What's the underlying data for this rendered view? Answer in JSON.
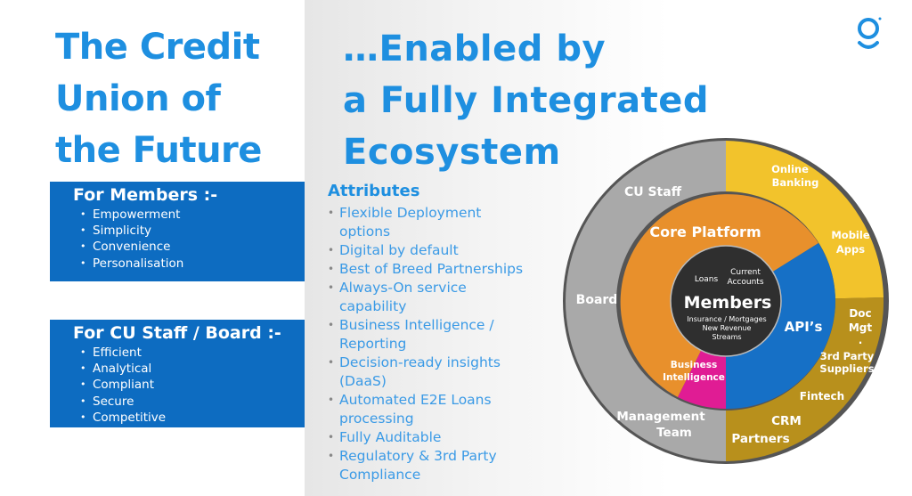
{
  "left": {
    "title_lines": [
      "The Credit",
      "Union of",
      "the Future"
    ],
    "members_box": {
      "heading": "For Members :-",
      "items": [
        "Empowerment",
        "Simplicity",
        "Convenience",
        "Personalisation"
      ]
    },
    "staff_box": {
      "heading": "For CU Staff / Board :-",
      "items": [
        "Efficient",
        "Analytical",
        "Compliant",
        "Secure",
        "Competitive"
      ]
    }
  },
  "right": {
    "title_lines": [
      "…Enabled by",
      "a Fully Integrated",
      "Ecosystem"
    ],
    "attributes_heading": "Attributes",
    "attributes": [
      [
        "Flexible Deployment",
        "options"
      ],
      [
        "Digital by default"
      ],
      [
        "Best of Breed Partnerships"
      ],
      [
        "Always-On service",
        "capability"
      ],
      [
        "Business Intelligence /",
        "Reporting"
      ],
      [
        "Decision-ready insights",
        "(DaaS)"
      ],
      [
        "Automated E2E Loans",
        "processing"
      ],
      [
        "Fully Auditable"
      ],
      [
        "Regulatory & 3rd Party",
        "Compliance"
      ]
    ]
  },
  "diagram": {
    "outer": {
      "cu_staff": "CU Staff",
      "board": "Board",
      "management_team": [
        "Management",
        "Team"
      ],
      "online_banking": [
        "Online",
        "Banking"
      ],
      "mobile_apps": [
        "Mobile",
        "Apps"
      ],
      "doc_mgt": [
        "Doc",
        "Mgt",
        "."
      ],
      "third_party_suppliers": [
        "3rd Party",
        "Suppliers"
      ],
      "fintech": "Fintech",
      "crm_partners": [
        "CRM",
        "Partners"
      ]
    },
    "inner": {
      "core_platform": "Core Platform",
      "apis": "API’s",
      "business_intelligence": [
        "Business",
        "Intelligence"
      ]
    },
    "center": {
      "loans": "Loans",
      "current_accounts": [
        "Current",
        "Accounts"
      ],
      "members": "Members",
      "insurance_mortgages": "Insurance / Mortgages",
      "new_revenue_streams": [
        "New Revenue",
        "Streams"
      ]
    },
    "colors": {
      "grey": "#a9a9a9",
      "yellow": "#f2c32c",
      "gold": "#b8901c",
      "orange": "#e8902c",
      "blue": "#1670c6",
      "magenta": "#e01c94",
      "center": "#2f2f2f"
    }
  },
  "logo": {
    "name": "g-logo-icon",
    "color": "#1e8fe0"
  }
}
